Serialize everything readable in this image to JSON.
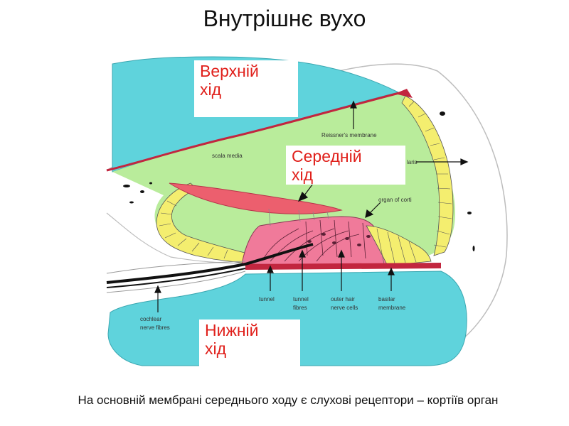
{
  "title": "Внутрішнє вухо",
  "caption": "На основній мембрані середнього ходу є слухові рецептори – кортіїв орган",
  "boxes": {
    "upper": [
      "Верхній",
      "хід"
    ],
    "middle": [
      "Середній",
      "хід"
    ],
    "lower": [
      "Нижній",
      "хід"
    ]
  },
  "diagram_labels": {
    "scala_media": "scala media",
    "reissner": "Reissner's membrane",
    "stria": "laris",
    "organ_corti": "organ of corti",
    "tunnel": "tunnel",
    "tunnel_fibres": [
      "tunnel",
      "fibres"
    ],
    "outer_hair": [
      "outer hair",
      "nerve cells"
    ],
    "basilar": [
      "basilar",
      "membrane"
    ],
    "cochlear": [
      "cochlear",
      "nerve fibres"
    ]
  },
  "colors": {
    "fluid": "#5fd3dc",
    "scala_media": "#b9ec9b",
    "membrane": "#c2263f",
    "tectorial": "#ec5f6e",
    "organ": "#f07a9a",
    "cells": "#f4ee6f",
    "label_text": "#e0201b"
  }
}
